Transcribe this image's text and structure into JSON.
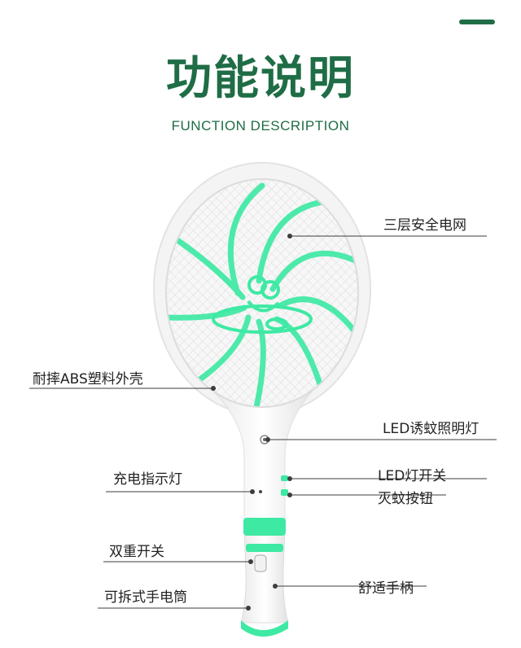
{
  "header": {
    "title": "功能说明",
    "subtitle": "FUNCTION DESCRIPTION"
  },
  "labels": {
    "three_layer_net": "三层安全电网",
    "abs_shell": "耐摔ABS塑料外壳",
    "led_light": "LED诱蚊照明灯",
    "led_switch": "LED灯开关",
    "charge_indicator": "充电指示灯",
    "zap_button": "灭蚊按钮",
    "dual_switch": "双重开关",
    "comfortable_handle": "舒适手柄",
    "flashlight": "可拆式手电筒"
  },
  "colors": {
    "accent": "#1f6d46",
    "mint": "#3ee9a4",
    "line": "#2a2a2a"
  }
}
